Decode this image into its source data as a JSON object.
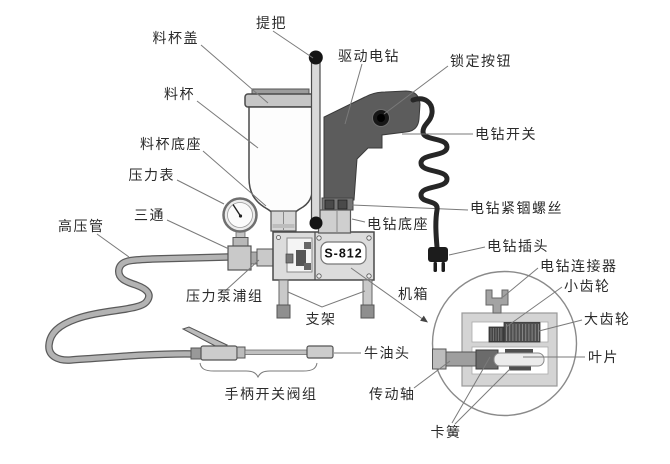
{
  "model_plate": "S-812",
  "labels": {
    "cup_lid": "料杯盖",
    "handle": "提把",
    "drive_drill": "驱动电钻",
    "lock_button": "锁定按钮",
    "cup": "料杯",
    "drill_switch": "电钻开关",
    "cup_base": "料杯底座",
    "pressure_gauge": "压力表",
    "tee": "三通",
    "high_pressure_hose": "高压管",
    "drill_clamp_screw": "电钻紧锢螺丝",
    "drill_base": "电钻底座",
    "drill_plug": "电钻插头",
    "drill_connector": "电钻连接器",
    "small_gear": "小齿轮",
    "big_gear": "大齿轮",
    "vane": "叶片",
    "pressure_pump_group": "压力泵浦组",
    "chassis": "机箱",
    "bracket": "支架",
    "grease_head": "牛油头",
    "drive_shaft": "传动轴",
    "handle_valve_group": "手柄开关阀组",
    "snap_ring": "卡簧"
  },
  "colors": {
    "background": "#ffffff",
    "leader_line": "#7a7a7a",
    "text": "#2b2b2b",
    "drill_body": "#5c5c5c",
    "cord": "#262626",
    "metal_light": "#d8d8d8",
    "hose_core": "#b3b3b3"
  }
}
